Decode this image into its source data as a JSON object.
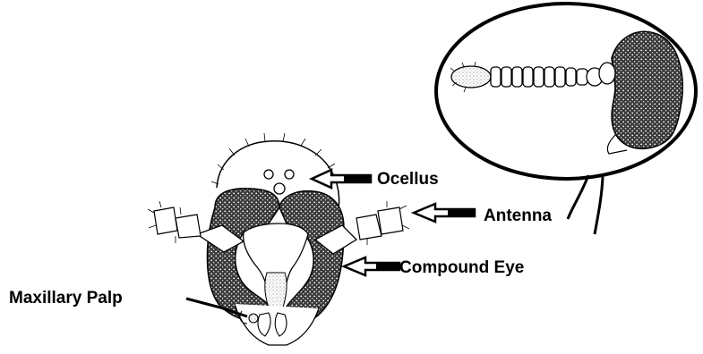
{
  "labels": {
    "ocellus": "Ocellus",
    "antenna": "Antenna",
    "compound_eye": "Compound Eye",
    "maxillary_palp": "Maxillary Palp"
  },
  "colors": {
    "ink": "#000000",
    "stipple": "#2a2a2a",
    "background": "#ffffff"
  }
}
